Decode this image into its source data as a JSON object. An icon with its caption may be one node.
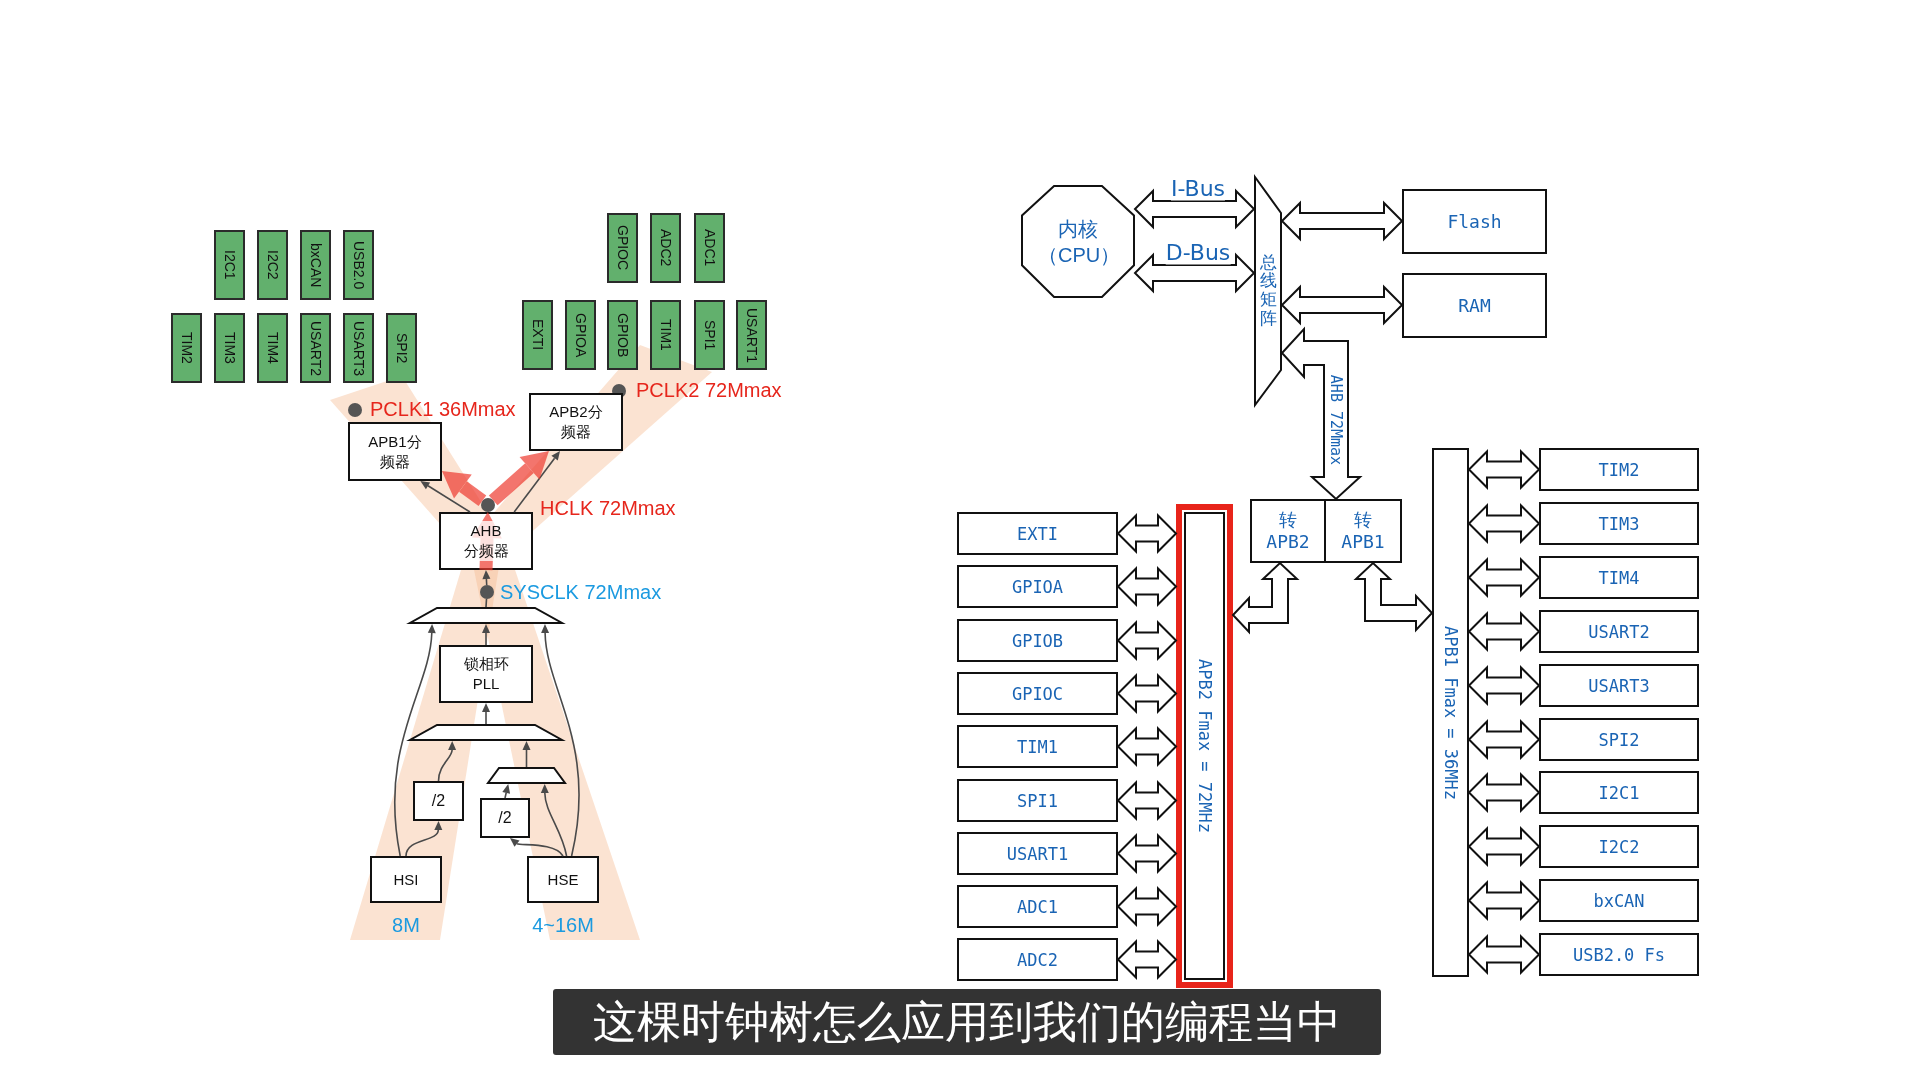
{
  "diagram": {
    "nodes": [
      {
        "text": [
          "I2C1"
        ]
      },
      {
        "text": [
          "I2C2"
        ]
      },
      {
        "text": [
          "bxCAN"
        ]
      },
      {
        "text": [
          "USB2.0"
        ]
      },
      {
        "text": [
          "GPIOC"
        ]
      },
      {
        "text": [
          "ADC2"
        ]
      },
      {
        "text": [
          "ADC1"
        ]
      },
      {
        "text": [
          "TIM2"
        ]
      },
      {
        "text": [
          "TIM3"
        ]
      },
      {
        "text": [
          "TIM4"
        ]
      },
      {
        "text": [
          "USART2"
        ]
      },
      {
        "text": [
          "USART3"
        ]
      },
      {
        "text": [
          "SPI2"
        ]
      },
      {
        "text": [
          "EXTI"
        ]
      },
      {
        "text": [
          "GPIOA"
        ]
      },
      {
        "text": [
          "GPIOB"
        ]
      },
      {
        "text": [
          "TIM1"
        ]
      },
      {
        "text": [
          "SPI1"
        ]
      },
      {
        "text": [
          "USART1"
        ]
      },
      {
        "text": [],
        "shape": "circle",
        "beside": [
          "PCLK1 36Mmax"
        ]
      },
      {
        "text": [],
        "shape": "circle",
        "beside": [
          "PCLK2 72Mmax"
        ]
      },
      {
        "text": [
          "APB1分频器"
        ]
      },
      {
        "text": [
          "APB2分频器"
        ]
      },
      {
        "text": [],
        "shape": "circle"
      },
      {
        "text": [
          "AHB 分频器"
        ]
      },
      {
        "text": [],
        "shape": "circle",
        "beside": [
          "SYSCLK 72Mmax"
        ]
      },
      {
        "text": [],
        "shape": "trapezoid"
      },
      {
        "text": [
          "锁相环 PLL"
        ]
      },
      {
        "text": [],
        "shape": "trapezoid"
      },
      {
        "text": [],
        "shape": "trapezoid"
      },
      {
        "text": [
          "/2"
        ]
      },
      {
        "text": [
          "/2"
        ]
      },
      {
        "text": [
          "HSI"
        ],
        "beside": [
          "8M"
        ]
      },
      {
        "text": [
          "HSE"
        ],
        "beside": [
          "4~16M"
        ]
      },
      {
        "text": [
          "内核（CPU）"
        ]
      },
      {
        "text": [
          "总线矩阵"
        ]
      },
      {
        "text": [
          "Flash"
        ]
      },
      {
        "text": [
          "RAM"
        ]
      },
      {
        "text": [
          "转APB2"
        ]
      },
      {
        "text": [
          "转APB1"
        ]
      },
      {
        "text": [
          "APB2 Fmax = 72MHz"
        ]
      },
      {
        "text": [
          "EXTI"
        ]
      },
      {
        "text": [
          "GPIOA"
        ]
      },
      {
        "text": [
          "GPIOB"
        ]
      },
      {
        "text": [
          "GPIOC"
        ]
      },
      {
        "text": [
          "TIM1"
        ]
      },
      {
        "text": [
          "SPI1"
        ]
      },
      {
        "text": [
          "USART1"
        ]
      },
      {
        "text": [
          "ADC1"
        ]
      },
      {
        "text": [
          "ADC2"
        ]
      },
      {
        "text": [
          "APB1 Fmax = 36MHz"
        ]
      },
      {
        "text": [
          "TIM2"
        ]
      },
      {
        "text": [
          "TIM3"
        ]
      },
      {
        "text": [
          "TIM4"
        ]
      },
      {
        "text": [
          "USART2"
        ]
      },
      {
        "text": [
          "USART3"
        ]
      },
      {
        "text": [
          "SPI2"
        ]
      },
      {
        "text": [
          "I2C1"
        ]
      },
      {
        "text": [
          "I2C2"
        ]
      },
      {
        "text": [
          "bxCAN"
        ]
      },
      {
        "text": [
          "USB2.0 Fs"
        ]
      }
    ],
    "edges": [
      {
        "from": 32,
        "to": 30,
        "arrow": "to"
      },
      {
        "from": 32,
        "to": 26,
        "arrow": "to"
      },
      {
        "from": 30,
        "to": 28,
        "arrow": "to"
      },
      {
        "from": 33,
        "to": 31,
        "arrow": "to"
      },
      {
        "from": 33,
        "to": 29,
        "arrow": "to"
      },
      {
        "from": 31,
        "to": 29,
        "arrow": "to"
      },
      {
        "from": 29,
        "to": 28,
        "arrow": "to"
      },
      {
        "from": 33,
        "to": 26,
        "arrow": "to"
      },
      {
        "from": 28,
        "to": 27,
        "arrow": "to"
      },
      {
        "from": 27,
        "to": 26,
        "arrow": "to"
      },
      {
        "from": 26,
        "to": 25,
        "arrow": "none"
      },
      {
        "from": 25,
        "to": 24,
        "arrow": "to"
      },
      {
        "from": 24,
        "to": 21,
        "arrow": "to"
      },
      {
        "from": 24,
        "to": 22,
        "arrow": "to"
      },
      {
        "from": 24,
        "to": 23,
        "arrow": "to",
        "style": "thick",
        "color": "#ee3b30"
      },
      {
        "from": 23,
        "to": 21,
        "arrow": "to",
        "style": "thick",
        "color": "#ee3b30"
      },
      {
        "from": 23,
        "to": 22,
        "arrow": "to",
        "style": "thick",
        "color": "#ee3b30"
      },
      {
        "from": 34,
        "to": 35,
        "arrow": "both",
        "label": "I-Bus"
      },
      {
        "from": 34,
        "to": 35,
        "arrow": "both",
        "label": "D-Bus"
      },
      {
        "from": 35,
        "to": 36,
        "arrow": "both"
      },
      {
        "from": 35,
        "to": 37,
        "arrow": "both"
      },
      {
        "from": 35,
        "to": 39,
        "arrow": "both",
        "label": "AHB 72Mmax"
      },
      {
        "from": 38,
        "to": 40,
        "arrow": "both"
      },
      {
        "from": 39,
        "to": 50,
        "arrow": "both"
      },
      {
        "from": 40,
        "to": 41,
        "arrow": "both"
      },
      {
        "from": 40,
        "to": 42,
        "arrow": "both"
      },
      {
        "from": 40,
        "to": 43,
        "arrow": "both"
      },
      {
        "from": 40,
        "to": 44,
        "arrow": "both"
      },
      {
        "from": 40,
        "to": 45,
        "arrow": "both"
      },
      {
        "from": 40,
        "to": 46,
        "arrow": "both"
      },
      {
        "from": 40,
        "to": 47,
        "arrow": "both"
      },
      {
        "from": 40,
        "to": 48,
        "arrow": "both"
      },
      {
        "from": 40,
        "to": 49,
        "arrow": "both"
      },
      {
        "from": 50,
        "to": 51,
        "arrow": "both"
      },
      {
        "from": 50,
        "to": 52,
        "arrow": "both"
      },
      {
        "from": 50,
        "to": 53,
        "arrow": "both"
      },
      {
        "from": 50,
        "to": 54,
        "arrow": "both"
      },
      {
        "from": 50,
        "to": 55,
        "arrow": "both"
      },
      {
        "from": 50,
        "to": 56,
        "arrow": "both"
      },
      {
        "from": 50,
        "to": 57,
        "arrow": "both"
      },
      {
        "from": 50,
        "to": 58,
        "arrow": "both"
      },
      {
        "from": 50,
        "to": 59,
        "arrow": "both"
      },
      {
        "from": 50,
        "to": 60,
        "arrow": "both"
      }
    ],
    "labels": [
      "HCLK 72Mmax",
      "这棵时钟树怎么应用到我们的编程当中"
    ]
  }
}
